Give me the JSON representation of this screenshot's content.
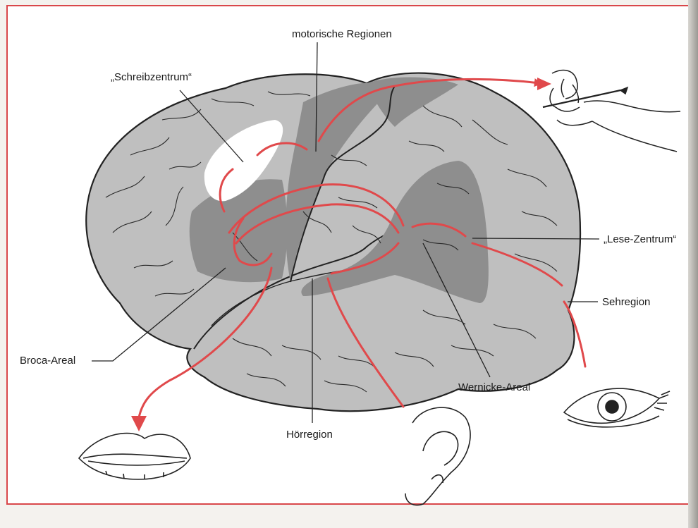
{
  "labels": {
    "motor": "motorische Regionen",
    "writing": "„Schreibzentrum“",
    "reading": "„Lese-Zentrum“",
    "visual": "Sehregion",
    "broca": "Broca-Areal",
    "wernicke": "Wernicke-Areal",
    "auditory": "Hörregion"
  },
  "colors": {
    "frame": "#d9474a",
    "pathway": "#e0494b",
    "brain": "#bfbfbf",
    "region_dark": "#8e8e8e",
    "outline": "#222222"
  },
  "icons": [
    "writing-hand-icon",
    "eye-icon",
    "ear-icon",
    "mouth-icon"
  ]
}
